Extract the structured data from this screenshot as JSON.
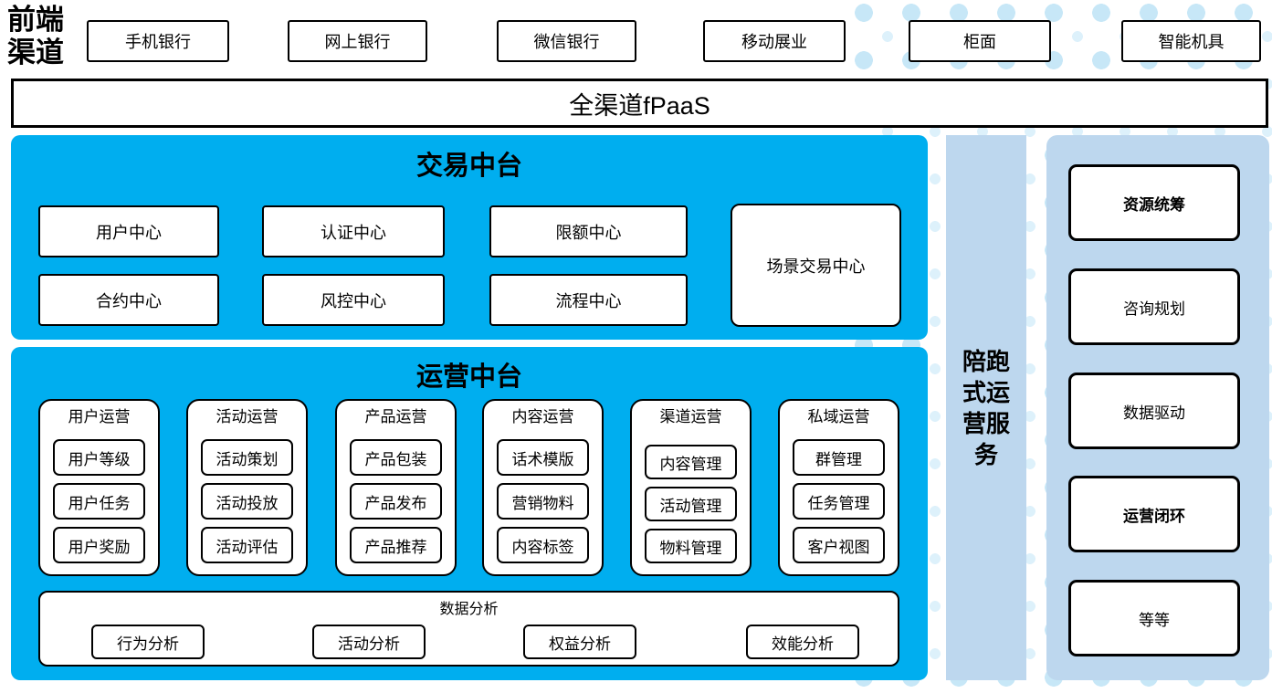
{
  "frontend": {
    "label": "前端渠道",
    "channels": [
      "手机银行",
      "网上银行",
      "微信银行",
      "移动展业",
      "柜面",
      "智能机具"
    ]
  },
  "fpaas_label": "全渠道fPaaS",
  "trading": {
    "title": "交易中台",
    "centers": [
      "用户中心",
      "认证中心",
      "限额中心",
      "合约中心",
      "风控中心",
      "流程中心"
    ],
    "scenario": "场景交易中心"
  },
  "operations": {
    "title": "运营中台",
    "columns": [
      {
        "title": "用户运营",
        "items": [
          "用户等级",
          "用户任务",
          "用户奖励"
        ]
      },
      {
        "title": "活动运营",
        "items": [
          "活动策划",
          "活动投放",
          "活动评估"
        ]
      },
      {
        "title": "产品运营",
        "items": [
          "产品包装",
          "产品发布",
          "产品推荐"
        ]
      },
      {
        "title": "内容运营",
        "items": [
          "话术模版",
          "营销物料",
          "内容标签"
        ]
      },
      {
        "title": "渠道运营",
        "items": [
          "内容管理",
          "活动管理",
          "物料管理"
        ]
      },
      {
        "title": "私域运营",
        "items": [
          "群管理",
          "任务管理",
          "客户视图"
        ]
      }
    ],
    "analysis": {
      "title": "数据分析",
      "items": [
        "行为分析",
        "活动分析",
        "权益分析",
        "效能分析"
      ]
    }
  },
  "accompany_bar": {
    "label": "陪跑式运营服务"
  },
  "services": {
    "items": [
      "资源统筹",
      "咨询规划",
      "数据驱动",
      "运营闭环",
      "等等"
    ]
  },
  "colors": {
    "accent_blue": "#00AEEF",
    "light_blue": "#BDD7EE",
    "dot_dark": "#C7E7F7",
    "dot_light": "#DDF1FB"
  }
}
